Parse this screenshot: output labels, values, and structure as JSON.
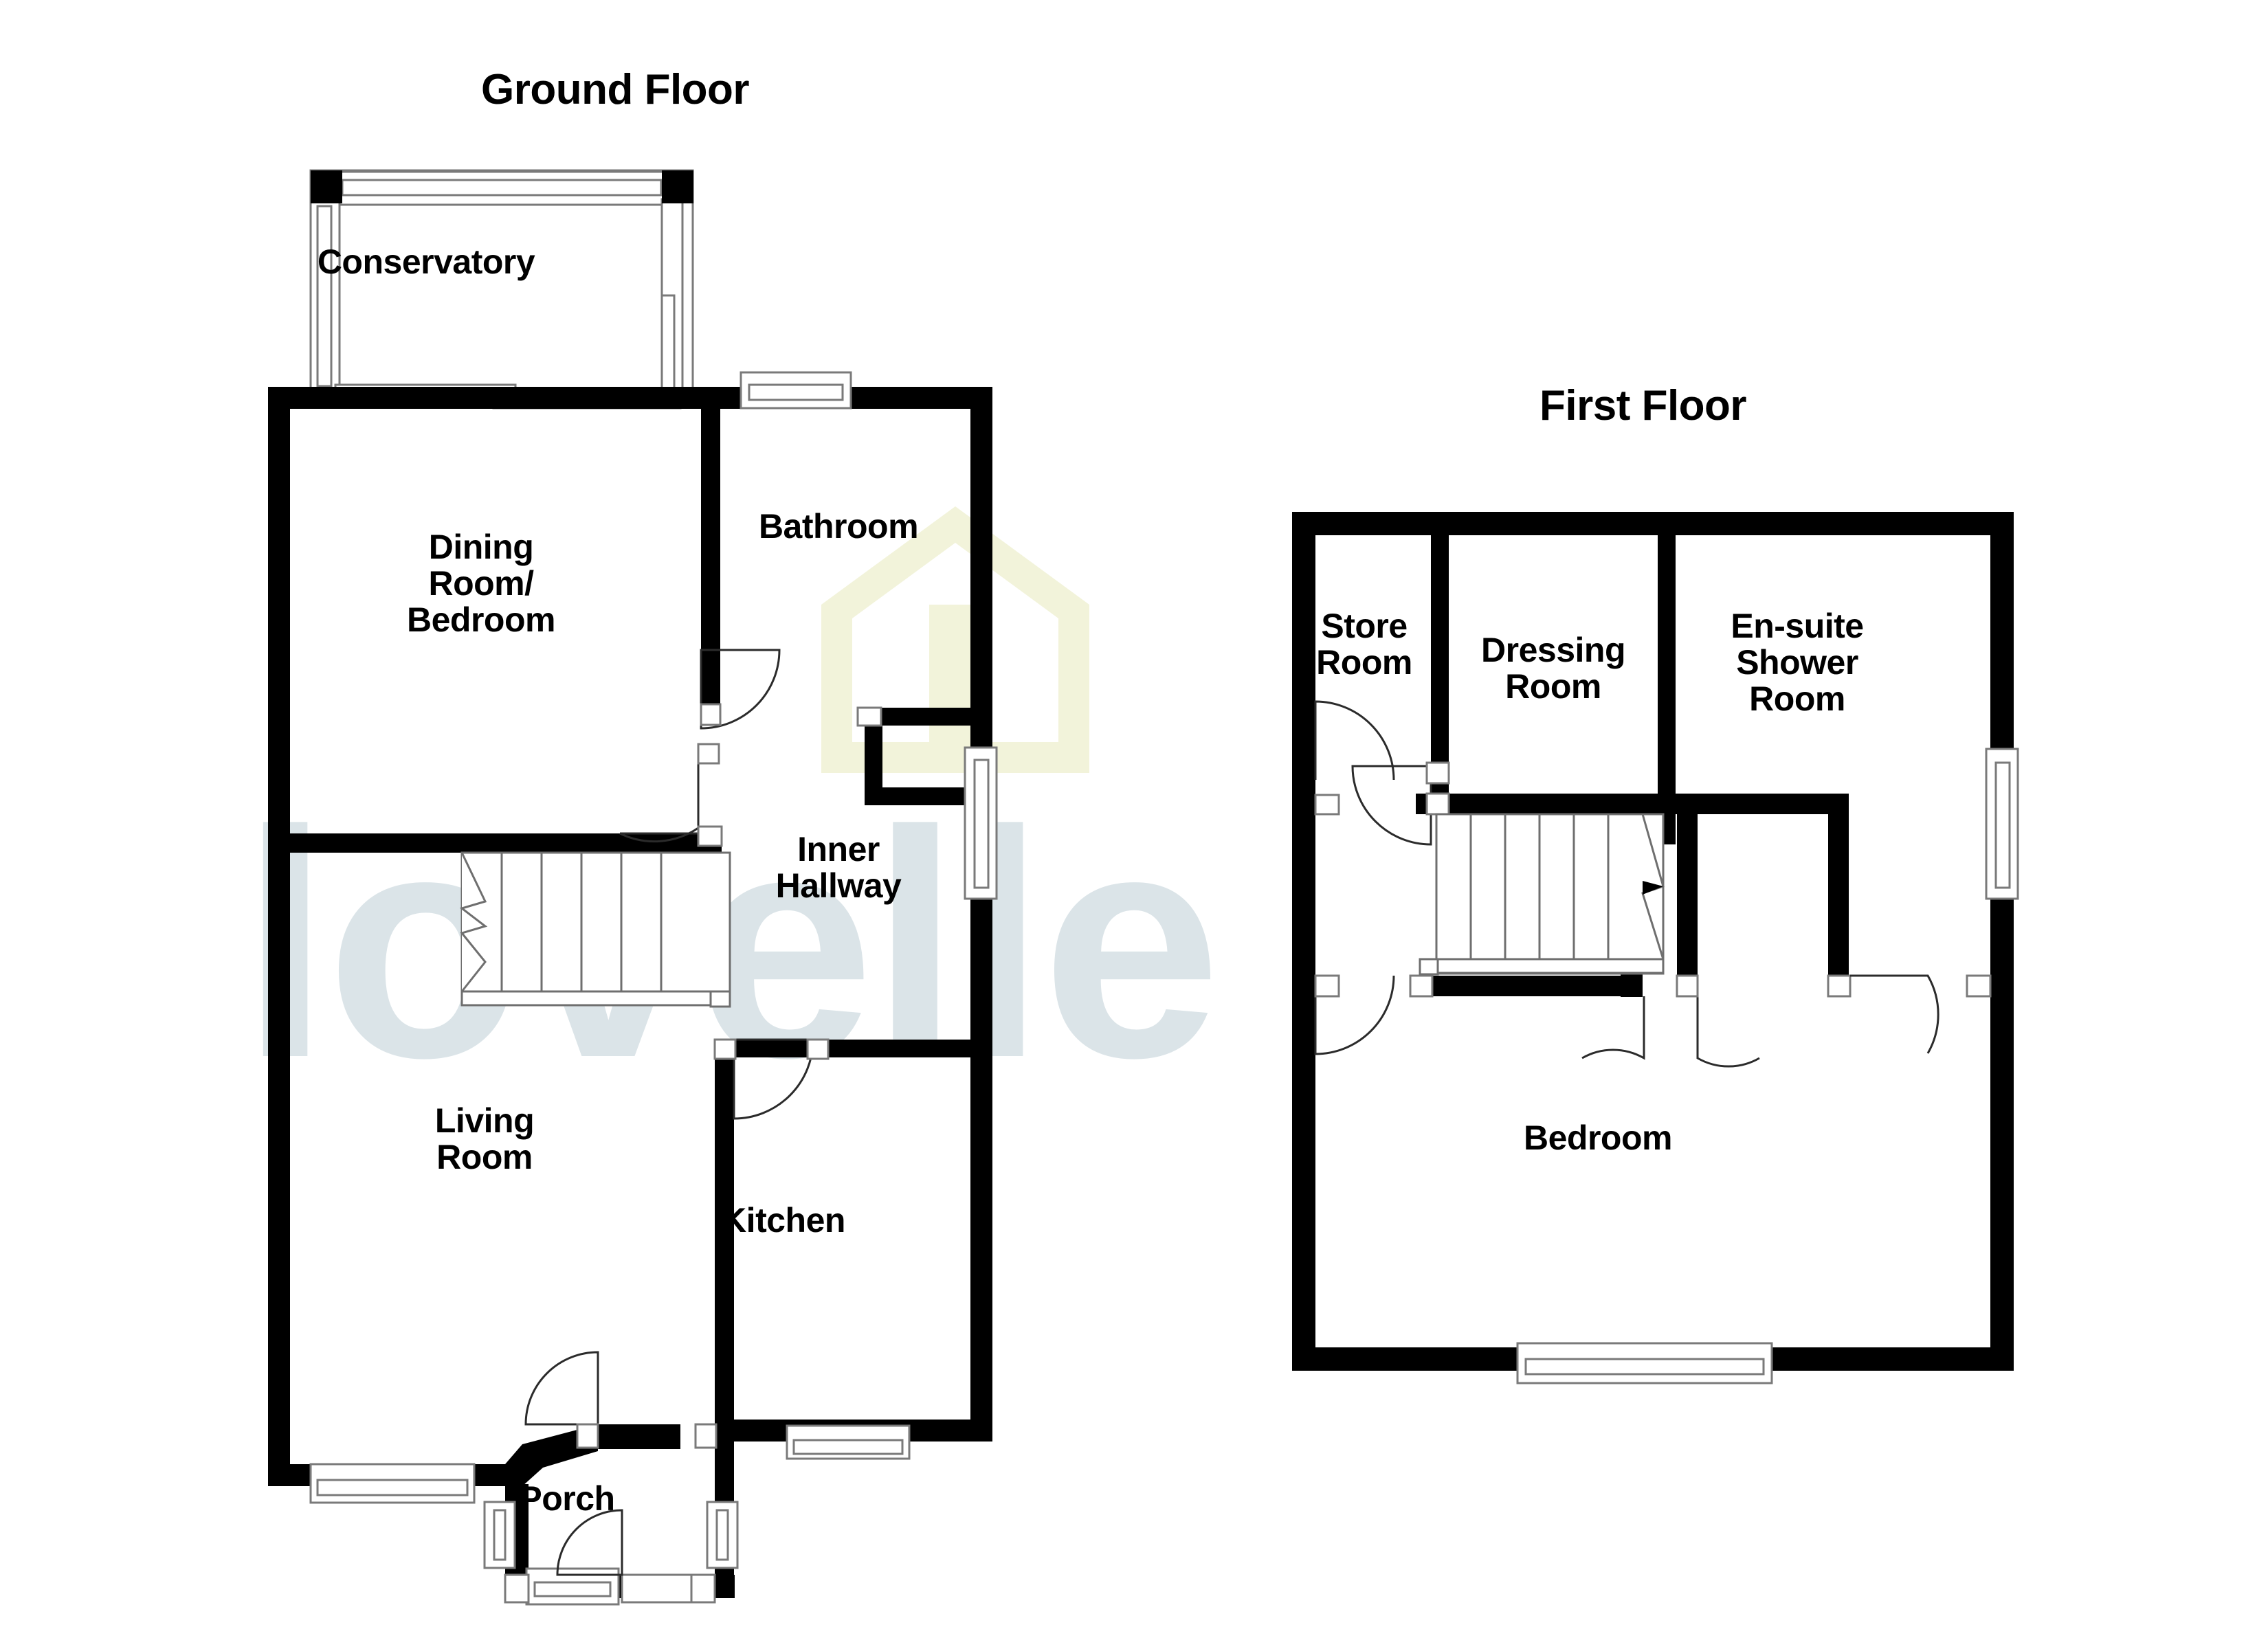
{
  "document": {
    "type": "floorplan",
    "background_color": "#ffffff",
    "wall_color": "#000000",
    "line_color": "#555555",
    "label_color": "#000000"
  },
  "watermark": {
    "text": "lovelle",
    "text_color": "#dbe4e8",
    "logo_name": "house-outline-logo",
    "logo_color": "#f2f3da"
  },
  "floors": [
    {
      "id": "ground",
      "title": "Ground Floor",
      "rooms": [
        {
          "id": "conservatory",
          "label": "Conservatory"
        },
        {
          "id": "dining-bedroom",
          "label": "Dining\nRoom/\nBedroom"
        },
        {
          "id": "bathroom",
          "label": "Bathroom"
        },
        {
          "id": "inner-hallway",
          "label": "Inner\nHallway"
        },
        {
          "id": "living-room",
          "label": "Living\nRoom"
        },
        {
          "id": "kitchen",
          "label": "Kitchen"
        },
        {
          "id": "porch",
          "label": "Porch"
        }
      ]
    },
    {
      "id": "first",
      "title": "First Floor",
      "rooms": [
        {
          "id": "store-room",
          "label": "Store\nRoom"
        },
        {
          "id": "dressing-room",
          "label": "Dressing\nRoom"
        },
        {
          "id": "ensuite",
          "label": "En-suite\nShower\nRoom"
        },
        {
          "id": "bedroom",
          "label": "Bedroom"
        }
      ]
    }
  ]
}
